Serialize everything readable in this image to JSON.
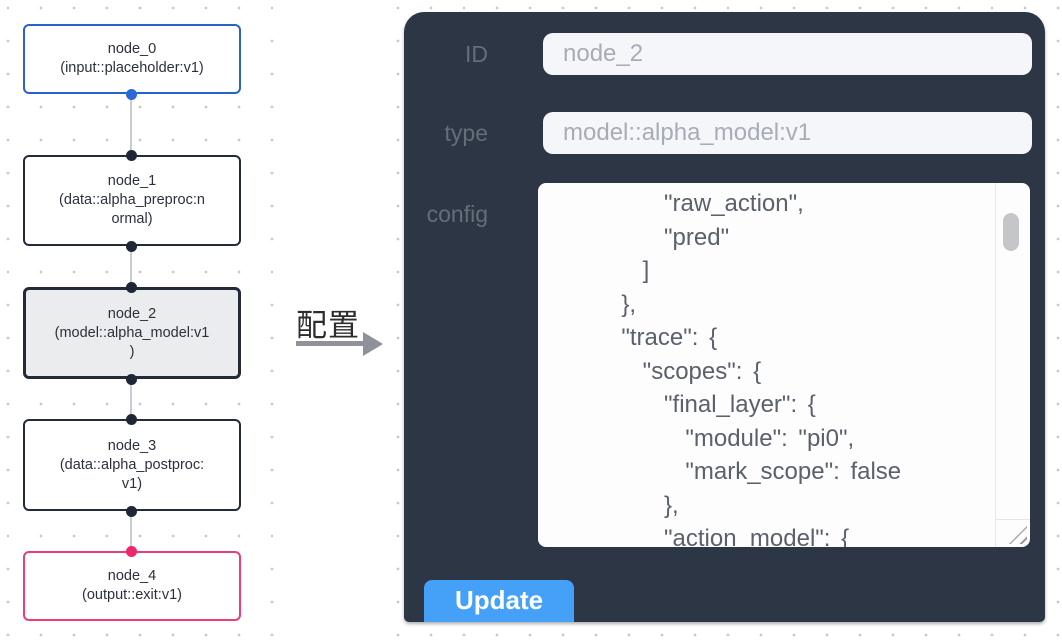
{
  "annotation": {
    "label": "配置"
  },
  "canvas": {
    "nodes": [
      {
        "title": "node_0",
        "subtitle": "(input::placeholder:v1)",
        "kind": "input"
      },
      {
        "title": "node_1",
        "subtitle": "(data::alpha_preproc:n\normal)",
        "kind": "data"
      },
      {
        "title": "node_2",
        "subtitle": "(model::alpha_model:v1\n)",
        "kind": "model-selected"
      },
      {
        "title": "node_3",
        "subtitle": "(data::alpha_postproc:\nv1)",
        "kind": "data"
      },
      {
        "title": "node_4",
        "subtitle": "(output::exit:v1)",
        "kind": "output"
      }
    ]
  },
  "panel": {
    "id_field": {
      "label": "ID",
      "value": "node_2"
    },
    "type_field": {
      "label": "type",
      "value": "model::alpha_model:v1"
    },
    "config_field": {
      "label": "config",
      "value": "      \"raw_action\",\n      \"pred\"\n    ]\n  },\n  \"trace\": {\n    \"scopes\": {\n      \"final_layer\": {\n        \"module\": \"pi0\",\n        \"mark_scope\": false\n      },\n      \"action_model\": {"
    },
    "update_button": "Update"
  },
  "colors": {
    "panel_bg": "#2d3645",
    "input_node_border": "#2b62c9",
    "output_node_border": "#ea3d7b",
    "default_node_border": "#232a38",
    "selected_node_bg": "#ebecee",
    "update_button_bg": "#45a0f8",
    "port_blue": "#2b6ad6",
    "port_pink": "#f0256e",
    "port_dark": "#202636"
  }
}
